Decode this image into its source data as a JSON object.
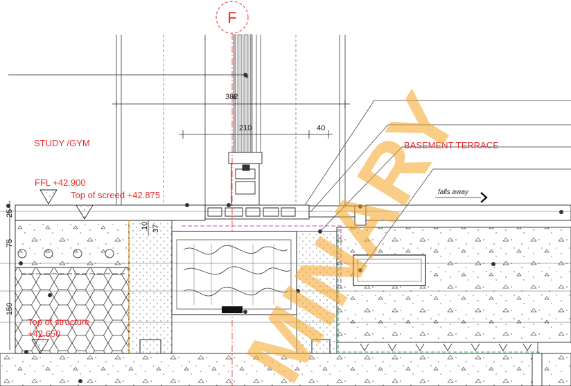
{
  "grid_marker": "F",
  "labels": {
    "study": "STUDY /GYM",
    "terrace": "BASEMENT TERRACE",
    "ffl": "FFL +42.900",
    "screed": "Top of screed +42.875",
    "structure_1": "Top of structure",
    "structure_2": "+42.650",
    "falls": "falls away"
  },
  "dims": {
    "d382": "382",
    "d210": "210",
    "d40": "40",
    "d25": "25",
    "d75": "75",
    "d150": "150",
    "d10": "10",
    "d37": "37"
  },
  "watermark": "MINARY",
  "colors": {
    "annotation": "#e8282a",
    "watermark": "#f5a623",
    "membrane_magenta": "#d040c0",
    "membrane_green": "#30b060",
    "insulation_orange": "#f0a020"
  }
}
